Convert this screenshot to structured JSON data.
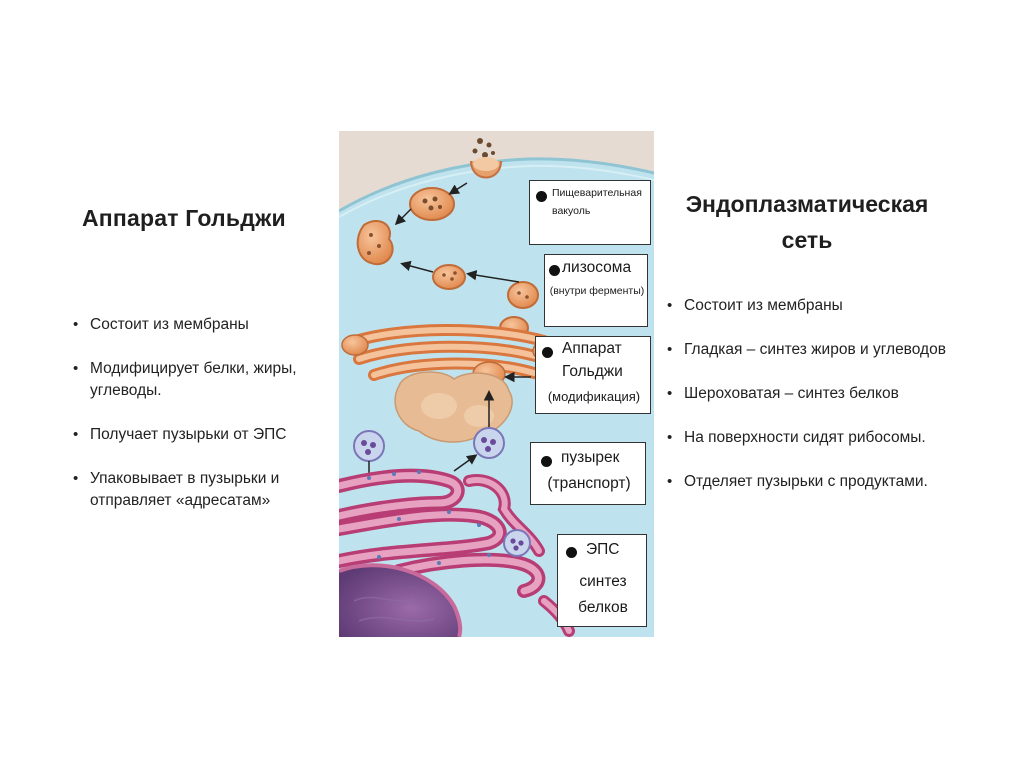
{
  "left": {
    "title": "Аппарат Гольджи",
    "bullets": [
      "Состоит из мембраны",
      "Модифицирует белки, жиры, углеводы.",
      "Получает пузырьки от ЭПС",
      "Упаковывает в пузырьки и отправляет «адресатам»"
    ]
  },
  "right": {
    "title_line1": "Эндоплазматическая",
    "title_line2": "сеть",
    "bullets": [
      "Состоит из мембраны",
      "Гладкая – синтез жиров и углеводов",
      "Шероховатая – синтез белков",
      "На поверхности сидят рибосомы.",
      "Отделяет пузырьки с продуктами."
    ]
  },
  "diagram": {
    "labels": {
      "vacuole_1": "Пищеварительная",
      "vacuole_2": "вакуоль",
      "lysosome_1": "лизосома",
      "lysosome_2": "(внутри ферменты)",
      "golgi_1": "Аппарат",
      "golgi_2": "Гольджи",
      "golgi_3": "(модификация)",
      "vesicle_1": "пузырек",
      "vesicle_2": "(транспорт)",
      "eps_1": "ЭПС",
      "eps_2": "синтез",
      "eps_3": "белков"
    },
    "colors": {
      "cytoplasm": "#bfe3ee",
      "outside": "#e7dcd6",
      "golgi": "#e59a63",
      "er": "#c0457c",
      "nucleus": "#7a4f8c"
    }
  }
}
